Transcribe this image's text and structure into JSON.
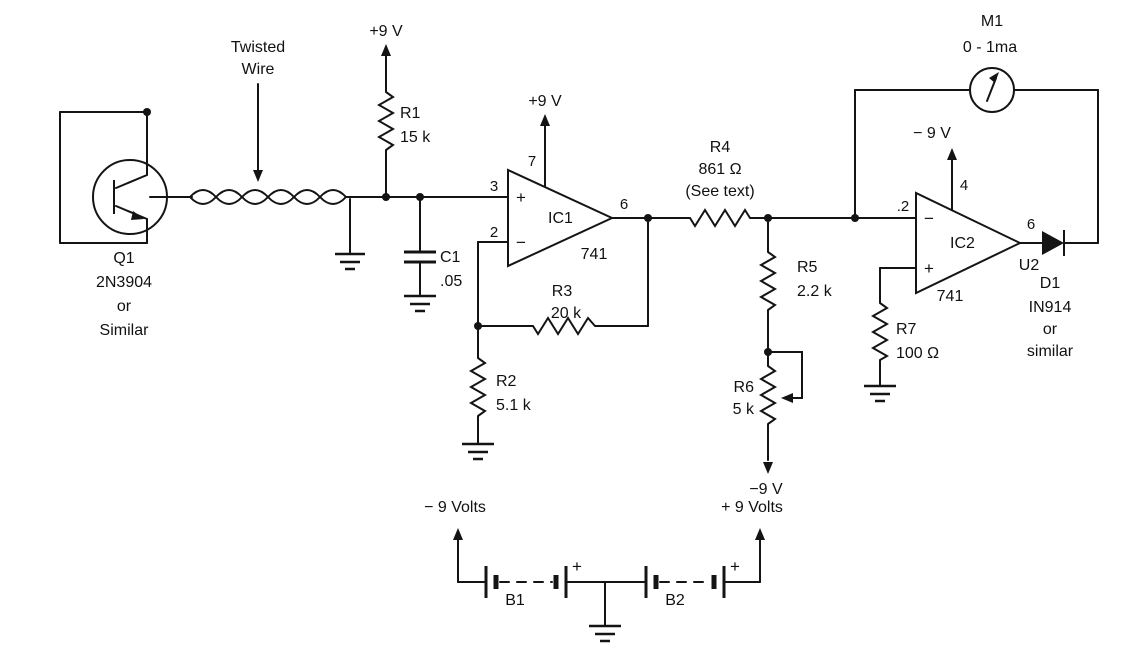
{
  "labels": {
    "twisted": {
      "line1": "Twisted",
      "line2": "Wire"
    },
    "q1": {
      "name": "Q1",
      "part": "2N3904",
      "or": "or",
      "similar": "Similar"
    },
    "r1": {
      "supply": "+9 V",
      "name": "R1",
      "value": "15 k"
    },
    "c1": {
      "name": "C1",
      "value": ".05"
    },
    "ic1": {
      "supply": "+9 V",
      "pin7": "7",
      "pin3": "3",
      "pin2": "2",
      "pin6": "6",
      "plus": "+",
      "minus": "−",
      "name": "IC1",
      "part": "741"
    },
    "r3": {
      "name": "R3",
      "value": "20 k"
    },
    "r2": {
      "name": "R2",
      "value": "5.1 k"
    },
    "r4": {
      "name": "R4",
      "value": "861 Ω",
      "note": "(See text)"
    },
    "r5": {
      "name": "R5",
      "value": "2.2 k"
    },
    "r6": {
      "name": "R6",
      "value": "5 k",
      "supply": "−9 V"
    },
    "ic2": {
      "supply": "− 9 V",
      "pin4": "4",
      "pin2": ".2",
      "pin6": "6",
      "minus": "−",
      "plus": "+",
      "name": "IC2",
      "ref": "U2",
      "part": "741"
    },
    "r7": {
      "name": "R7",
      "value": "100 Ω"
    },
    "d1": {
      "name": "D1",
      "part": "IN914",
      "or": "or",
      "similar": "similar"
    },
    "m1": {
      "name": "M1",
      "range": "0 - 1ma"
    },
    "battery": {
      "neg_rail": "− 9 Volts",
      "pos_rail": "+ 9 Volts",
      "b1": "B1",
      "b2": "B2",
      "b1_plus": "+",
      "b2_plus": "+"
    }
  }
}
